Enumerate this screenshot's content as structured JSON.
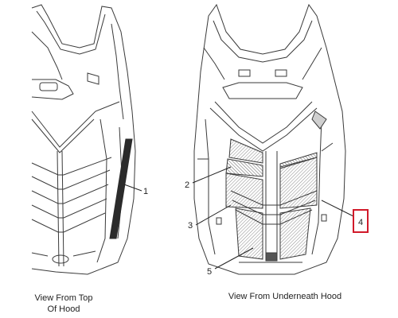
{
  "callouts": {
    "c1": "1",
    "c2": "2",
    "c3": "3",
    "c4": "4",
    "c5": "5"
  },
  "captions": {
    "top_view_line1": "View From Top",
    "top_view_line2": "Of Hood",
    "underneath_view": "View From Underneath Hood"
  },
  "colors": {
    "line": "#3a3a3a",
    "hatch": "#8a8a8a",
    "highlight": "#d11a2a"
  },
  "icons": {
    "top_view": "hood-top-view-drawing",
    "underneath_view": "hood-underside-view-drawing"
  }
}
